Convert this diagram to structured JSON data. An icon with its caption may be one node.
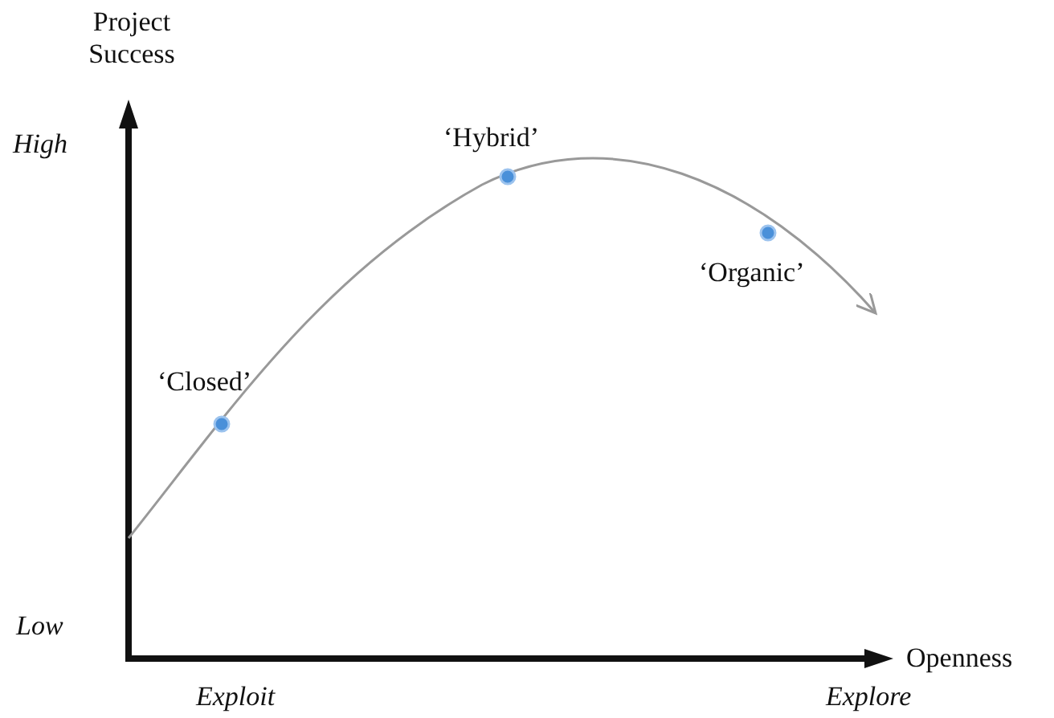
{
  "diagram": {
    "labels": [
      "Project Success",
      "High",
      "‘Hybrid’",
      "‘Organic’",
      "‘Closed’",
      "Low",
      "Openness",
      "Exploit",
      "Explore"
    ]
  }
}
